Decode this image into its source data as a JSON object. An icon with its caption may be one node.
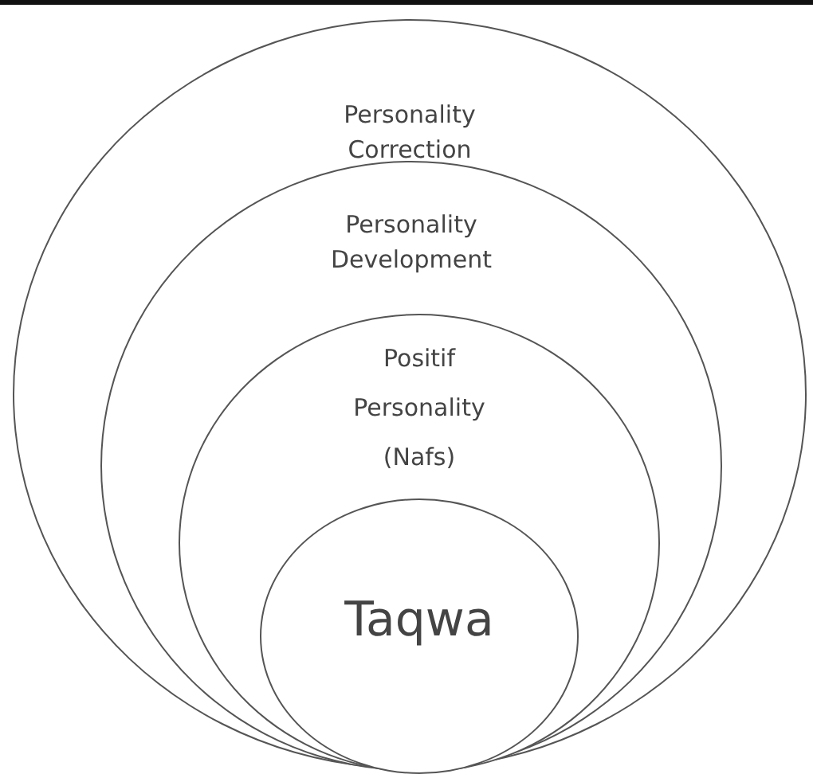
{
  "diagram": {
    "nodes": [
      {
        "text": [
          "Personality Correction"
        ]
      },
      {
        "text": [
          "Personality Development"
        ],
        "in": 0
      },
      {
        "text": [
          "Positif Personality (Nafs)"
        ],
        "in": 1
      },
      {
        "text": [
          "Taqwa"
        ],
        "in": 2
      }
    ]
  }
}
